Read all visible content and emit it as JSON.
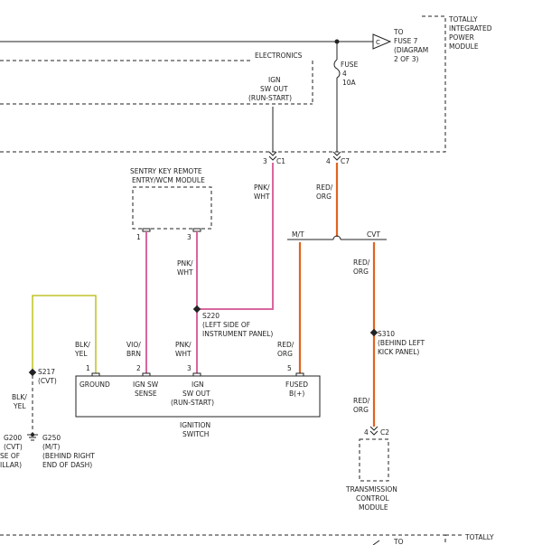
{
  "tipm": {
    "title": [
      "TOTALLY",
      "INTEGRATED",
      "POWER",
      "MODULE"
    ],
    "title_bottom": "TOTALLY"
  },
  "fuse7": {
    "text": [
      "TO",
      "FUSE 7",
      "(DIAGRAM",
      "2 OF 3)"
    ],
    "letter": "C",
    "text_bottom": "TO"
  },
  "electronics": "ELECTRONICS",
  "fuse": {
    "label": "FUSE",
    "number": "4",
    "rating": "10A"
  },
  "ign_sw_out_tipm": [
    "IGN",
    "SW OUT",
    "(RUN-START)"
  ],
  "connectors": {
    "c1": {
      "pin": "3",
      "name": "C1"
    },
    "c7": {
      "pin": "4",
      "name": "C7"
    },
    "c2": {
      "pin": "4",
      "name": "C2"
    }
  },
  "sentry": {
    "title": [
      "SENTRY KEY REMOTE",
      "ENTRY/WCM MODULE"
    ],
    "pin1": "1",
    "pin3": "3"
  },
  "wires": {
    "pnk_wht": [
      "PNK/",
      "WHT"
    ],
    "red_org": [
      "RED/",
      "ORG"
    ],
    "vio_brn": [
      "VIO/",
      "BRN"
    ],
    "blk_yel": [
      "BLK/",
      "YEL"
    ]
  },
  "mt": "M/T",
  "cvt": "CVT",
  "s220": {
    "name": "S220",
    "desc": [
      "(LEFT SIDE OF",
      "INSTRUMENT PANEL)"
    ]
  },
  "s310": {
    "name": "S310",
    "desc": [
      "(BEHIND LEFT",
      "KICK PANEL)"
    ]
  },
  "s217": {
    "name": "S217",
    "desc": "(CVT)"
  },
  "ignition_switch": {
    "title": [
      "IGNITION",
      "SWITCH"
    ],
    "pins": [
      "1",
      "2",
      "3",
      "5"
    ],
    "labels": {
      "ground": "GROUND",
      "ign_sw_sense": [
        "IGN SW",
        "SENSE"
      ],
      "ign_sw_out": [
        "IGN",
        "SW OUT",
        "(RUN-START)"
      ],
      "fused": [
        "FUSED",
        "B(+)"
      ]
    }
  },
  "g200": {
    "name": "G200",
    "desc": [
      "(CVT)",
      "SE OF",
      "ILLAR)"
    ]
  },
  "g250": {
    "name": "G250",
    "desc": [
      "(M/T)",
      "(BEHIND RIGHT",
      "END OF DASH)"
    ]
  },
  "tcm": {
    "title": [
      "TRANSMISSION",
      "CONTROL",
      "MODULE"
    ]
  }
}
